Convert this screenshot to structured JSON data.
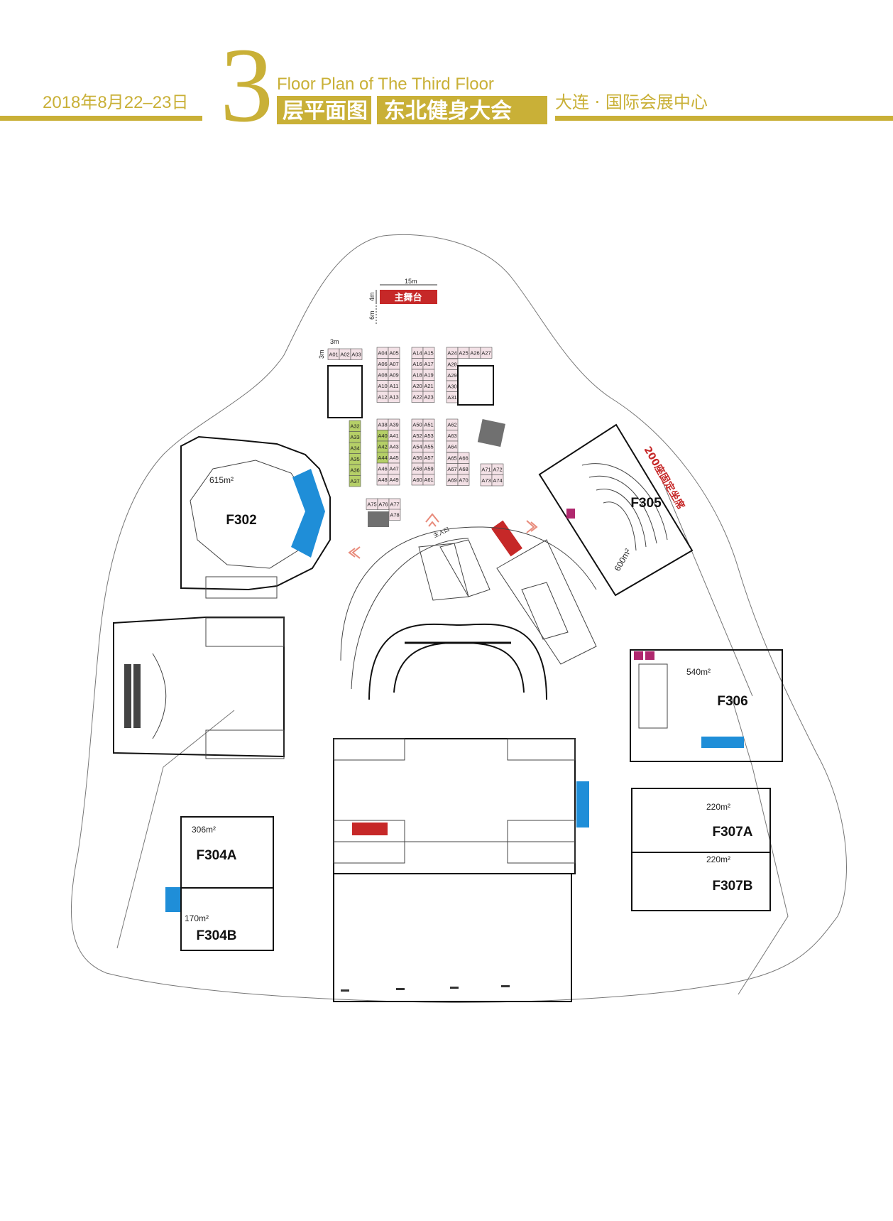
{
  "header": {
    "date": "2018年8月22–23日",
    "floor_number": "3",
    "title_en": "Floor Plan of The Third  Floor",
    "title_cn": "层平面图",
    "event_name": "东北健身大会",
    "venue": "大连 · 国际会展中心"
  },
  "stage": {
    "label": "主舞台",
    "width_label": "15m",
    "depth_label": "4m",
    "setback_label": "6m"
  },
  "booth_dims": {
    "width": "3m",
    "depth": "3m"
  },
  "entrance_label": "主入口",
  "rooms": [
    {
      "id": "F302",
      "area": "615m²"
    },
    {
      "id": "F305",
      "area": "600m²",
      "note": "200座固定坐席"
    },
    {
      "id": "F306",
      "area": "540m²"
    },
    {
      "id": "F307A",
      "area": "220m²"
    },
    {
      "id": "F307B",
      "area": "220m²"
    },
    {
      "id": "F304A",
      "area": "306m²"
    },
    {
      "id": "F304B",
      "area": "170m²"
    }
  ],
  "booths": [
    "A01",
    "A02",
    "A03",
    "A04",
    "A05",
    "A06",
    "A07",
    "A08",
    "A09",
    "A10",
    "A11",
    "A12",
    "A13",
    "A14",
    "A15",
    "A16",
    "A17",
    "A18",
    "A19",
    "A20",
    "A21",
    "A22",
    "A23",
    "A24",
    "A25",
    "A26",
    "A27",
    "A28",
    "A29",
    "A30",
    "A31",
    "A32",
    "A33",
    "A34",
    "A35",
    "A36",
    "A37",
    "A38",
    "A39",
    "A40",
    "A41",
    "A42",
    "A43",
    "A44",
    "A45",
    "A46",
    "A47",
    "A48",
    "A49",
    "A50",
    "A51",
    "A52",
    "A53",
    "A54",
    "A55",
    "A56",
    "A57",
    "A58",
    "A59",
    "A60",
    "A61",
    "A62",
    "A63",
    "A64",
    "A65",
    "A66",
    "A67",
    "A68",
    "A69",
    "A70",
    "A71",
    "A72",
    "A73",
    "A74",
    "A75",
    "A76",
    "A77",
    "A78"
  ],
  "colors": {
    "gold": "#c9b037",
    "stage_red": "#c62828",
    "seat_blue": "#1f8ed8",
    "booth_green": "#b5cf67",
    "booth_pink": "#f3e1e6",
    "magenta": "#b0286e",
    "gray_block": "#707070"
  }
}
